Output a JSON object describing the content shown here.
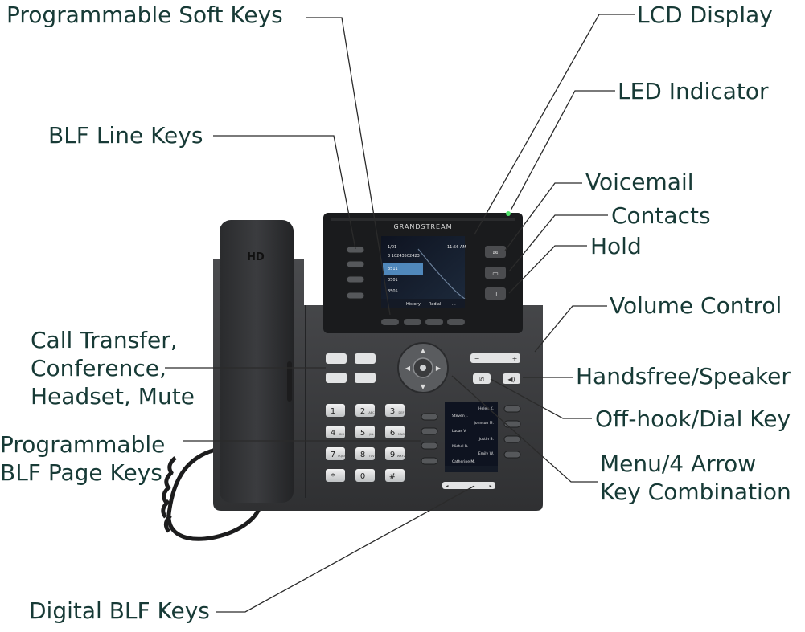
{
  "labels": {
    "programmable_soft_keys": "Programmable Soft Keys",
    "lcd_display": "LCD Display",
    "led_indicator": "LED Indicator",
    "blf_line_keys": "BLF Line Keys",
    "voicemail": "Voicemail",
    "contacts": "Contacts",
    "hold": "Hold",
    "volume_control": "Volume Control",
    "call_transfer": "Call Transfer,\nConference,\nHeadset, Mute",
    "handsfree_speaker": "Handsfree/Speaker",
    "off_hook_dial_key": "Off-hook/Dial Key",
    "programmable_blf_page_keys": "Programmable\nBLF Page Keys",
    "menu_arrow_keys": "Menu/4 Arrow\nKey Combination",
    "digital_blf_keys": "Digital BLF Keys"
  },
  "phone": {
    "handset_mark": "HD",
    "brand": "GRANDSTREAM",
    "screen": {
      "line1": "1/01",
      "line2": "3 10243502423",
      "line3": "3511",
      "line4": "3501",
      "line5": "3505",
      "status": "11:56 AM",
      "softkey1": "History",
      "softkey2": "Redial",
      "softkey3": "..."
    },
    "blf_screen": {
      "row1": "Helen K.",
      "row2": "Steven J.",
      "row3": "Johnson M.",
      "row4": "Lucas V.",
      "row5": "Justin B.",
      "row6": "Michel R.",
      "row7": "Emily W.",
      "row8": "Catherine M."
    },
    "keypad": [
      "1",
      "2",
      "3",
      "4",
      "5",
      "6",
      "7",
      "8",
      "9",
      "*",
      "0",
      "#"
    ],
    "keypad_sub": [
      "",
      "ABC",
      "DEF",
      "GHI",
      "JKL",
      "MNO",
      "PQRS",
      "TUV",
      "WXYZ",
      "",
      "",
      ""
    ]
  },
  "colors": {
    "label_text": "#173a36",
    "leader_line": "#2b2b2b",
    "phone_body": "#3a3b3d",
    "screen_bg": "#0f1420"
  }
}
